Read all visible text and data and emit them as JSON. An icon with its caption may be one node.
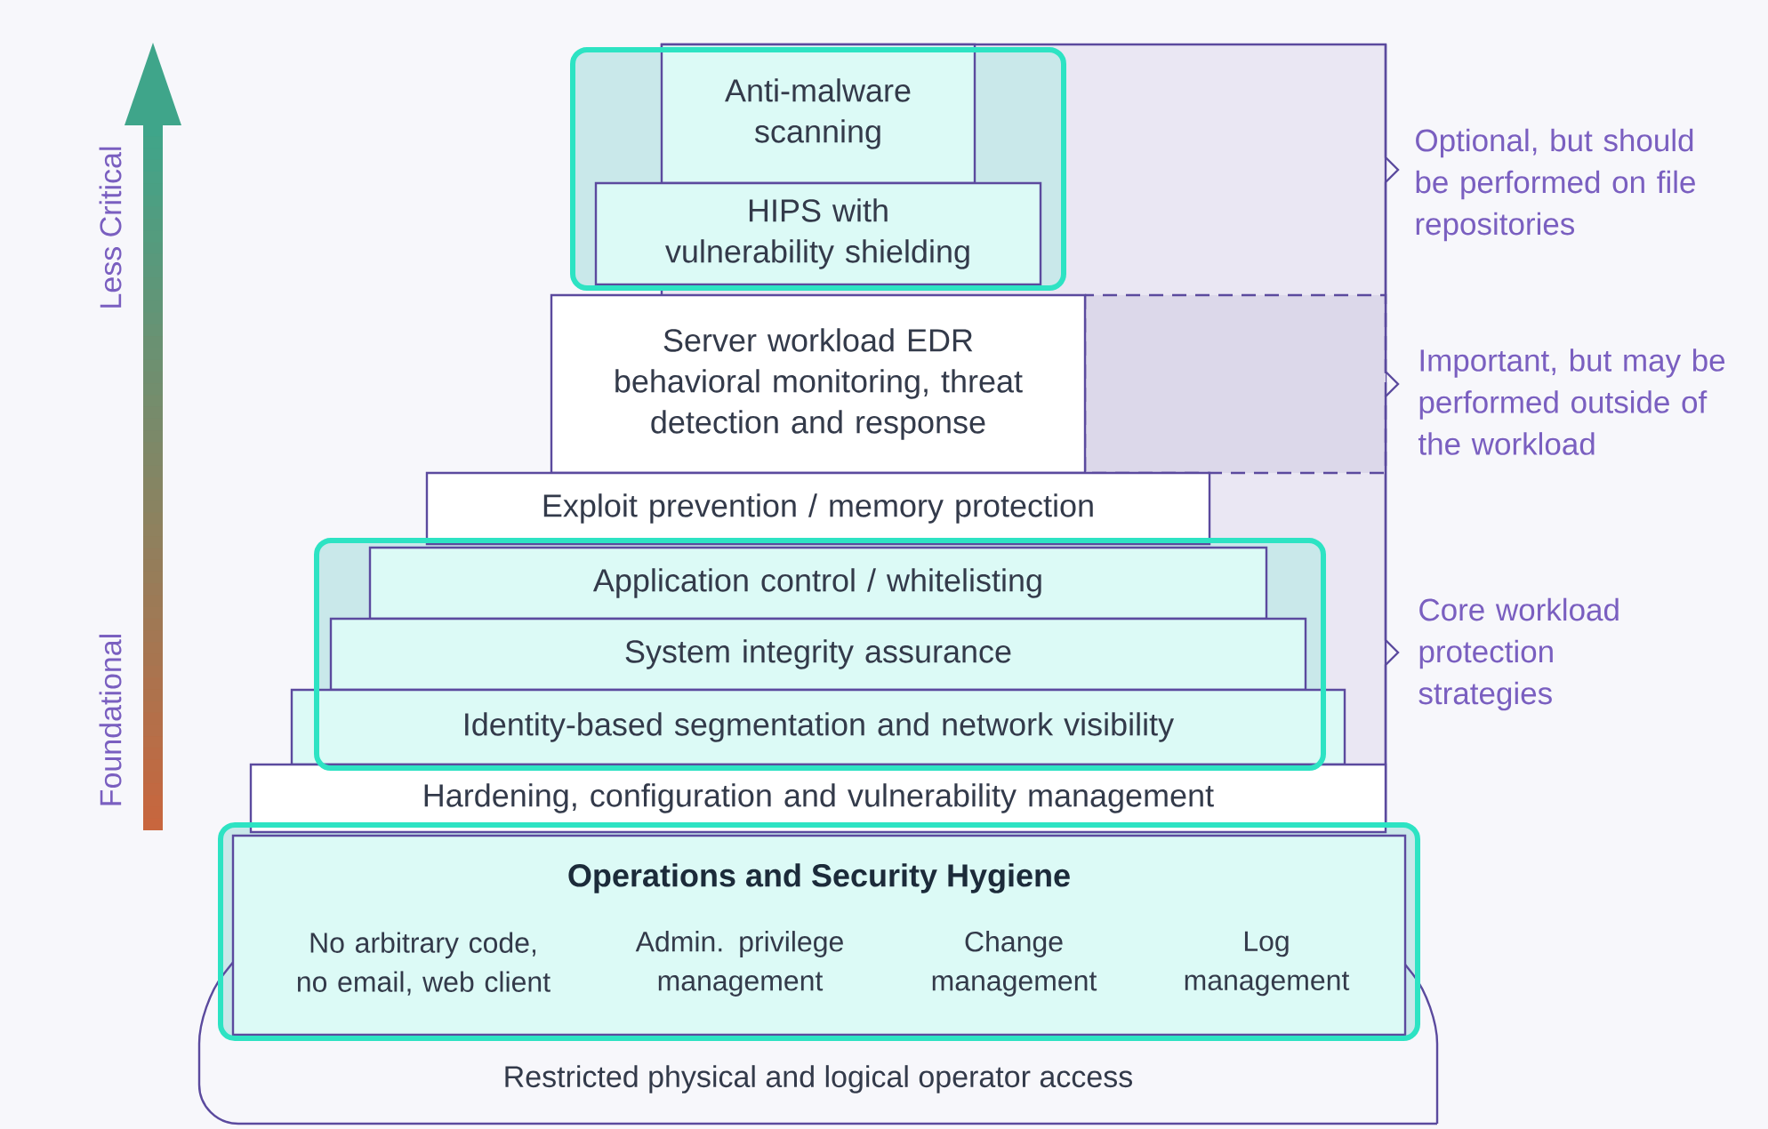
{
  "diagram": {
    "nodes": [
      {
        "text": [
          "Anti-malware scanning"
        ]
      },
      {
        "text": [
          "HIPS with vulnerability shielding"
        ]
      },
      {
        "text": [
          "Server workload EDR behavioral monitoring, threat detection and response"
        ]
      },
      {
        "text": [
          "Exploit prevention / memory protection"
        ]
      },
      {
        "text": [
          "Application control / whitelisting"
        ]
      },
      {
        "text": [
          "System integrity assurance"
        ]
      },
      {
        "text": [
          "Identity-based segmentation and network visibility"
        ]
      },
      {
        "text": [
          "Hardening, configuration and vulnerability management"
        ]
      },
      {
        "text": [
          "**Operations and Security Hygiene**"
        ]
      },
      {
        "text": [
          "No arbitrary code, no email, web client"
        ],
        "in": 8
      },
      {
        "text": [
          "Admin. privilege management"
        ],
        "in": 8
      },
      {
        "text": [
          "Change management"
        ],
        "in": 8
      },
      {
        "text": [
          "Log management"
        ],
        "in": 8
      },
      {
        "text": [
          "Restricted physical and logical operator access"
        ]
      }
    ],
    "labels": [
      "Less Critical",
      "Foundational",
      "Optional, but should be performed on file repositories",
      "Important, but may be performed outside of the workload",
      "Core workload protection strategies"
    ]
  }
}
